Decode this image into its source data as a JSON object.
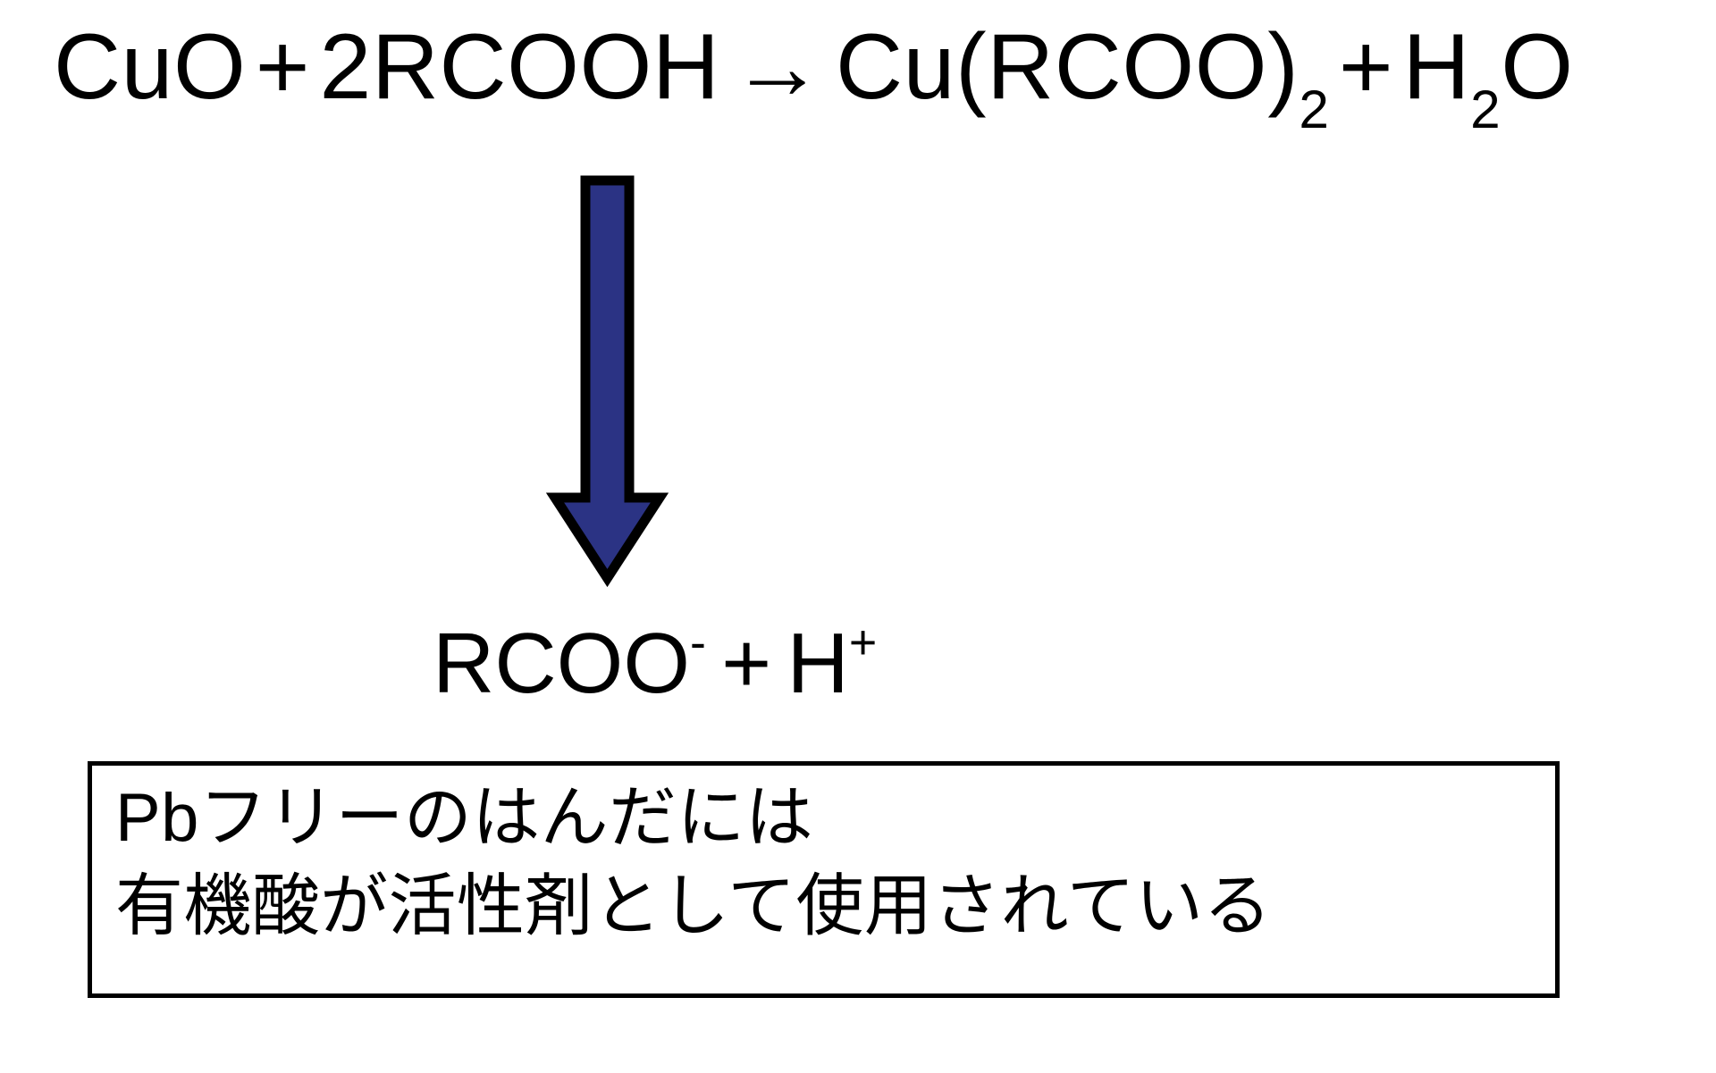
{
  "slide": {
    "background_color": "#ffffff",
    "text_color": "#000000"
  },
  "equation_top": {
    "name": "copper-oxide-carboxylic-acid-reaction",
    "reactant_1": "CuO",
    "operator_1": "+",
    "reactant_2": "2RCOOH",
    "reaction_arrow": "→",
    "product_1_main": "Cu(RCOO)",
    "product_1_subscript": "2",
    "operator_2": "+",
    "product_2_h": "H",
    "product_2_subscript": "2",
    "product_2_o": "O",
    "full_text": "CuO + 2RCOOH → Cu(RCOO)2 + H2O"
  },
  "arrow": {
    "name": "downward-flow-arrow",
    "direction": "down",
    "fill_color": "#2B3384",
    "outline_color": "#000000"
  },
  "equation_products": {
    "name": "dissociation-products",
    "ion_1_main": "RCOO",
    "ion_1_superscript": "-",
    "operator": "+",
    "ion_2_main": "H",
    "ion_2_superscript": "+",
    "full_text": "RCOO- + H+"
  },
  "caption_box": {
    "name": "lead-free-solder-note",
    "border_color": "#000000",
    "background_color": "#ffffff",
    "lines": [
      "Pbフリーのはんだには",
      "有機酸が活性剤として使用されている"
    ]
  }
}
